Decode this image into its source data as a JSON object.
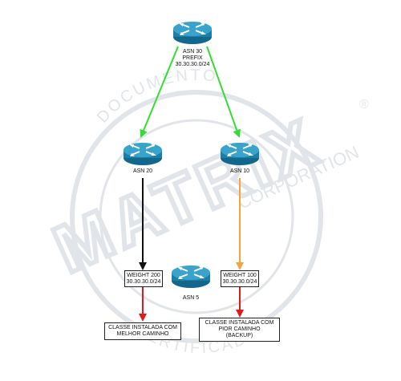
{
  "watermark": {
    "brand": "MATRIX",
    "corporation": "CORPORATION",
    "documento": "DOCUMENTO",
    "certificado": "CERTIFICADO",
    "registered_mark": "®"
  },
  "routers": {
    "asn30": {
      "line1": "ASN 30",
      "line2": "PREFIX",
      "line3": "30.30.30.0/24"
    },
    "asn20": {
      "label": "ASN 20"
    },
    "asn10": {
      "label": "ASN 10"
    },
    "asn5": {
      "label": "ASN 5"
    }
  },
  "weight_boxes": {
    "left": {
      "line1": "WEIGHT 200",
      "line2": "30.30.30.0/24"
    },
    "right": {
      "line1": "WEIGHT 100",
      "line2": "30.30.30.0/24"
    }
  },
  "result_boxes": {
    "left": {
      "line1": "CLASSE INSTALADA COM",
      "line2": "MELHOR CAMINHO"
    },
    "right": {
      "line1": "CLASSE INSTALADA COM",
      "line2": "PIOR CAMINHO",
      "line3": "(BACKUP)"
    }
  },
  "colors": {
    "router_fill": "#1a7ea6",
    "router_top": "#4fb3d6",
    "green_arrow": "#33dd33",
    "black_arrow": "#111111",
    "orange_arrow": "#f5a340",
    "red_arrow": "#e01a1a",
    "watermark": "#c9d1da"
  }
}
